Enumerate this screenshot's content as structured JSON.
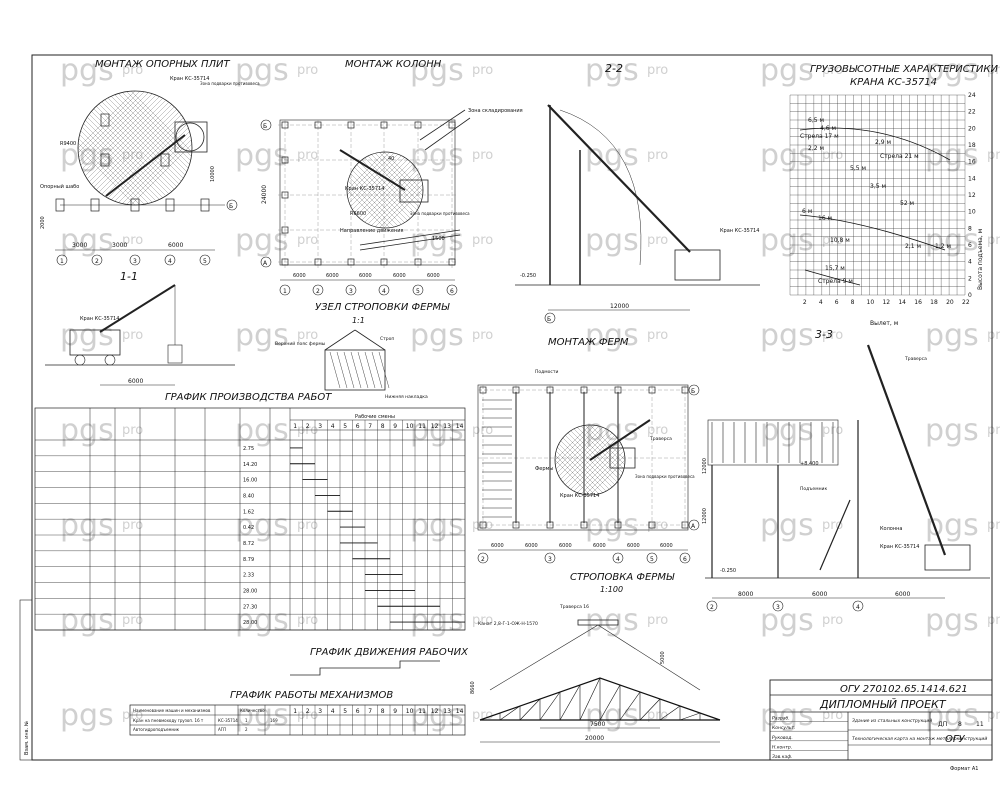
{
  "watermark": {
    "brand": "pgs",
    "suffix": "pro"
  },
  "titles": {
    "base_plates": "МОНТАЖ ОПОРНЫХ ПЛИТ",
    "columns": "МОНТАЖ КОЛОНН",
    "section_2_2": "2-2",
    "crane_chart": "ГРУЗОВЫСОТНЫЕ ХАРАКТЕРИСТИКИ",
    "crane_chart_2": "КРАНА КС-35714",
    "section_1_1": "1-1",
    "truss_sling_node": "УЗЕЛ СТРОПОВКИ ФЕРМЫ",
    "truss_sling_scale": "1:1",
    "truss_install": "МОНТАЖ ФЕРМ",
    "section_3_3": "3-3",
    "production_schedule": "ГРАФИК ПРОИЗВОДСТВА РАБОТ",
    "truss_slinging": "СТРОПОВКА ФЕРМЫ",
    "truss_slinging_scale": "1:100",
    "workers_schedule": "ГРАФИК ДВИЖЕНИЯ РАБОЧИХ",
    "machines_schedule": "ГРАФИК РАБОТЫ МЕХАНИЗМОВ"
  },
  "labels": {
    "crane": "Кран КС-35714",
    "danger_zone": "Зона подварки противовеса",
    "support_nodes": "Опорный шабо",
    "mounting_zone": "Зона складирования",
    "crane_path": "Направление движения",
    "rig": "Траверса",
    "sling_top": "Верхний пояс фермы",
    "sling_bottom": "Нижняя накладка",
    "sling_rope": "Строп",
    "hoist_hook": "Канат 2,8-Г-1-ОЖ-Н-1570",
    "traverse": "Траверса 16",
    "height_label": "Высота подъема, м",
    "reach_label": "Вылет, м",
    "boom_17": "Стрела 17 м",
    "boom_21": "Стрела 21 м",
    "boom_9": "Стрела 9 м",
    "fly_1": "6,5 м",
    "fly_2": "4,6 м",
    "fly_3": "2,9 м",
    "fly_4": "2,2 м",
    "fly_5": "5,5 м",
    "fly_6": "3,5 м",
    "fly_7": "52 м",
    "fly_8": "6 м",
    "fly_9": "16 м",
    "fly_10": "10,8 м",
    "fly_11": "2,1 м",
    "fly_12": "1,2 м",
    "fly_13": "15,7 м",
    "fly_14": "m",
    "elev_1": "+8.400",
    "elev_2": "-0.250",
    "elev_3": "-0.250",
    "ladder": "Подмости",
    "lift": "Подъемник",
    "fermы": "Фермы",
    "kolonna": "Колонна",
    "dim_6000": "6000",
    "dim_12000": "12000",
    "dim_3000": "3000",
    "dim_24000": "24000",
    "dim_7500": "7500",
    "dim_20000": "20000",
    "dim_5000": "5000",
    "dim_8000": "8000",
    "dim_8660": "8660",
    "dim_r9400": "R9400",
    "dim_r6600": "R6600",
    "dim_10000": "10000",
    "dim_2000": "2000",
    "dim_1500": "1500",
    "dim_40": "40",
    "scale_note": "Ферма"
  },
  "axes": {
    "plates_x": [
      "1",
      "2",
      "3",
      "4",
      "5"
    ],
    "columns_x": [
      "1",
      "2",
      "3",
      "4",
      "5",
      "6"
    ],
    "columns_y": [
      "Б",
      "А"
    ],
    "trusses_x": [
      "2",
      "3",
      "4",
      "5",
      "6"
    ],
    "trusses_y": [
      "Б",
      "А"
    ],
    "s33_x": [
      "2",
      "3",
      "4"
    ],
    "s22_axis": "Б",
    "plates_row": "Б"
  },
  "crane_chart_axes": {
    "x_ticks": [
      "2",
      "4",
      "6",
      "8",
      "10",
      "12",
      "14",
      "16",
      "18",
      "20",
      "22"
    ],
    "y_ticks": [
      "0",
      "2",
      "4",
      "6",
      "8",
      "10",
      "12",
      "14",
      "16",
      "18",
      "20",
      "22",
      "24"
    ]
  },
  "schedule": {
    "header_work": "Рабочие смены",
    "day_numbers": [
      "1",
      "2",
      "3",
      "4",
      "5",
      "6",
      "7",
      "8",
      "9",
      "10",
      "11",
      "12",
      "13",
      "14"
    ],
    "values": [
      "2.75",
      "14.20",
      "16.00",
      "8.40",
      "1.62",
      "0.42",
      "8.72",
      "8.79",
      "2.33",
      "28.00",
      "27.30",
      "28.00"
    ]
  },
  "machines": {
    "header": "Наименование машин и механизмов",
    "row1": "Кран на пневмоходу грузоп. 16 т",
    "row1_model": "КС-35714",
    "row1_qty": "1",
    "row1_hours": "169",
    "row2": "Автогидроподъемник",
    "row2_model": "АГП",
    "row2_qty": "2",
    "col_count": "Количество",
    "day_numbers": [
      "1",
      "2",
      "3",
      "4",
      "5",
      "6",
      "7",
      "8",
      "9",
      "10",
      "11",
      "12",
      "13",
      "14"
    ]
  },
  "title_block": {
    "code": "ОГУ 270102.65.1414.621",
    "project": "ДИПЛОМНЫЙ ПРОЕКТ",
    "desc": "Здание из стальных конструкций",
    "desc2": "Технологическая карта на монтаж металлоконструкций",
    "stage": "ДП",
    "sheet": "8",
    "sheets": "11",
    "org": "ОГУ",
    "format": "Формат А1",
    "roles": [
      "Разраб.",
      "Консульт.",
      "Руковод.",
      "Н.контр.",
      "Зав.каф."
    ]
  },
  "side_stamp": "Взам. инв. №"
}
